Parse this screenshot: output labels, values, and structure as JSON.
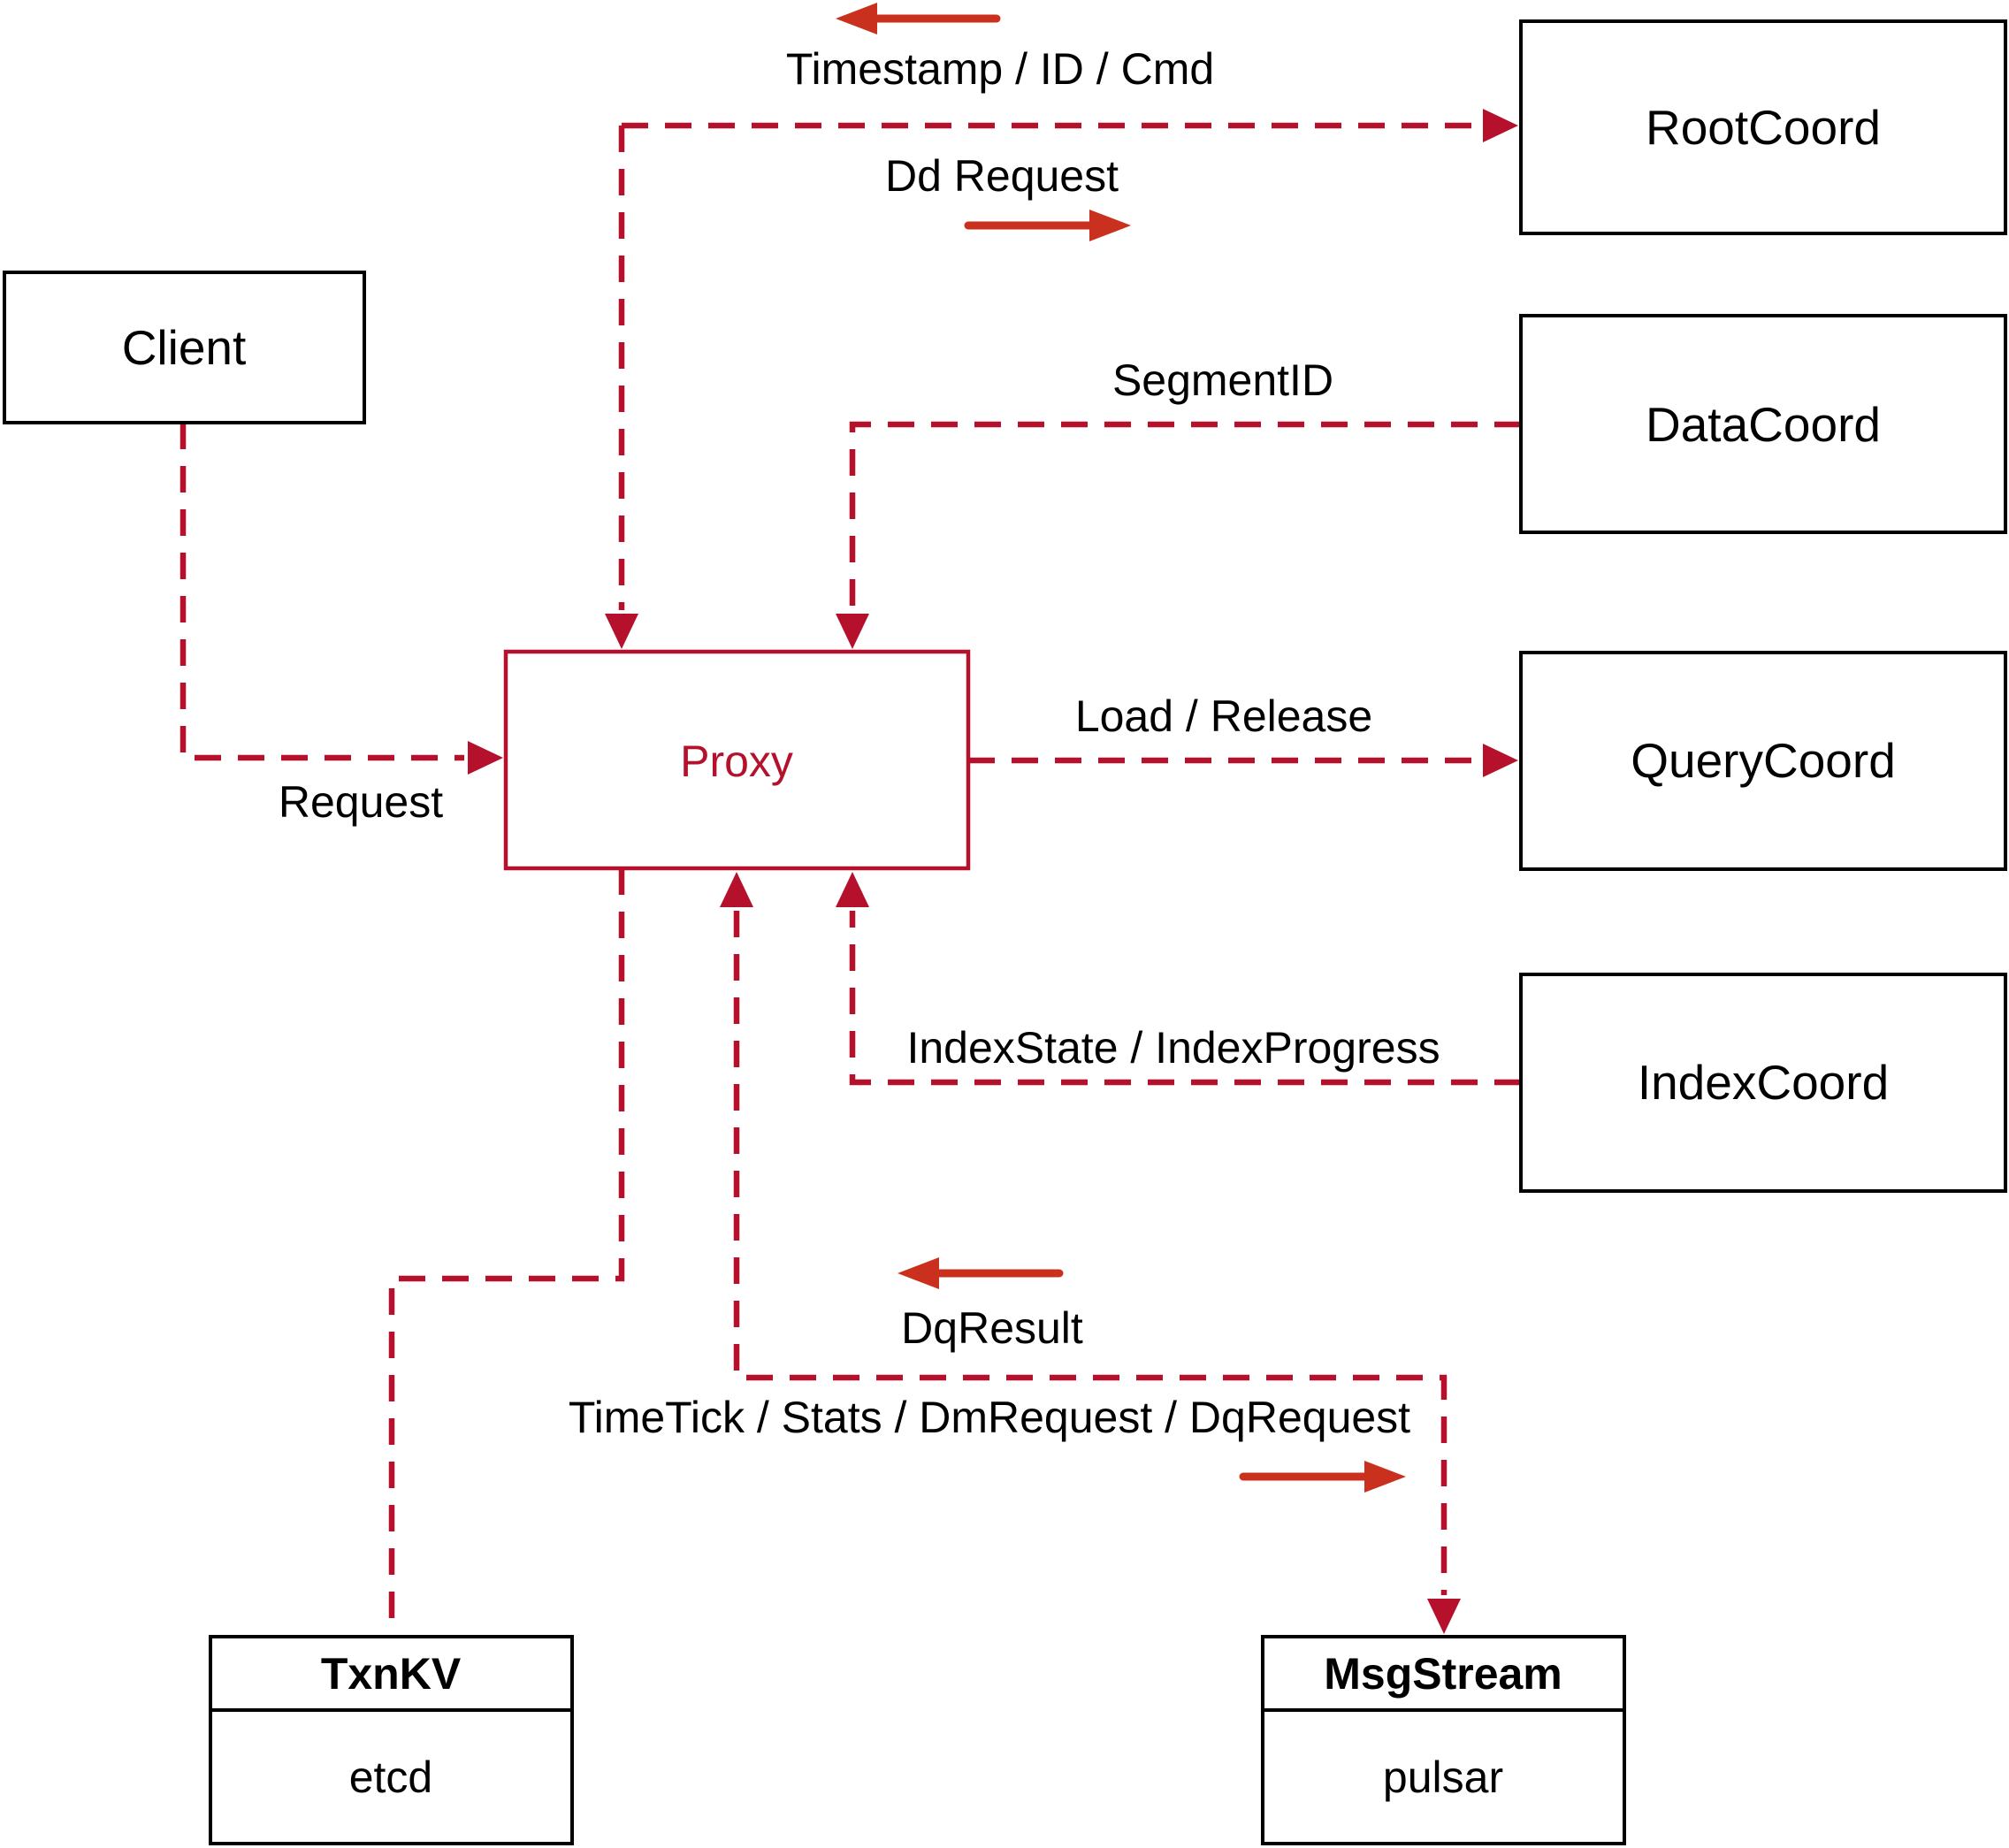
{
  "colors": {
    "line_crimson": "#b5112d",
    "arrow_red": "#c9301e",
    "box_border": "#000000",
    "label_text": "#000000",
    "background": "#ffffff"
  },
  "nodes": {
    "client": {
      "label": "Client"
    },
    "proxy": {
      "label": "Proxy"
    },
    "rootcoord": {
      "label": "RootCoord"
    },
    "datacoord": {
      "label": "DataCoord"
    },
    "querycoord": {
      "label": "QueryCoord"
    },
    "indexcoord": {
      "label": "IndexCoord"
    },
    "txnkv": {
      "title": "TxnKV",
      "sub": "etcd"
    },
    "msgstream": {
      "title": "MsgStream",
      "sub": "pulsar"
    }
  },
  "edge_labels": {
    "timestamp_id_cmd": "Timestamp / ID / Cmd",
    "dd_request": "Dd Request",
    "segment_id": "SegmentID",
    "load_release": "Load / Release",
    "request": "Request",
    "index_state_progress": "IndexState / IndexProgress",
    "dq_result": "DqResult",
    "timetick_stats": "TimeTick / Stats / DmRequest / DqRequest"
  }
}
